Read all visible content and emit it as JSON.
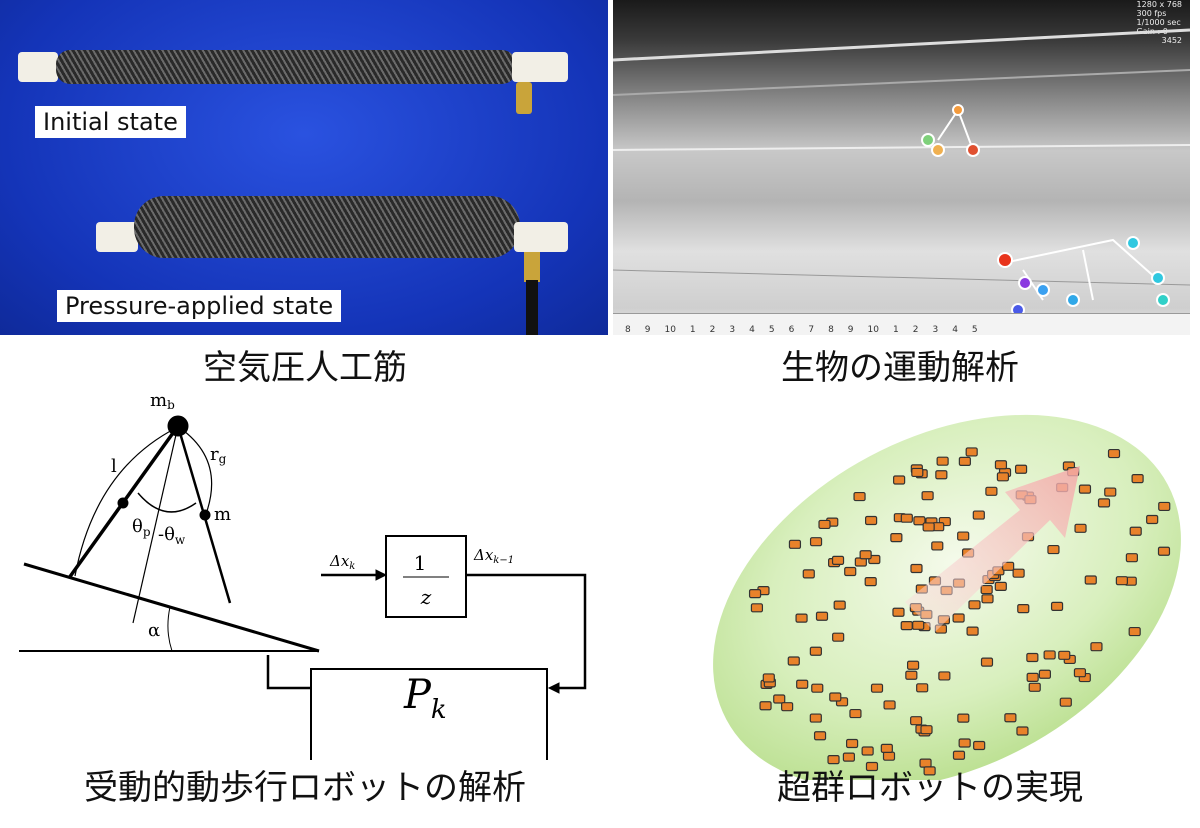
{
  "panels": {
    "muscle": {
      "caption": "空気圧人工筋",
      "label_initial": "Initial state",
      "label_pressure": "Pressure-applied state"
    },
    "bio": {
      "caption": "生物の運動解析",
      "overlay": [
        "1280 x 768",
        "300 fps",
        "1/1000 sec",
        "Gain : 0",
        "3452"
      ],
      "ruler": [
        "8",
        "9",
        "10",
        "1",
        "2",
        "3",
        "4",
        "5",
        "6",
        "7",
        "8",
        "9",
        "10",
        "1",
        "2",
        "3",
        "4",
        "5"
      ]
    },
    "walker": {
      "caption": "受動的動歩行ロボットの解析",
      "labels": {
        "mb": "m",
        "mb_sub": "b",
        "l": "l",
        "rg": "r",
        "rg_sub": "g",
        "m": "m",
        "theta_p": "θ",
        "theta_p_sub": "p",
        "theta_w": "-θ",
        "theta_w_sub": "w",
        "alpha": "α"
      },
      "block": {
        "num": "1",
        "den": "z",
        "input": "Δx",
        "input_sub": "k",
        "output": "Δx",
        "output_sub": "k−1",
        "plant": "P",
        "plant_sub": "k"
      }
    },
    "swarm": {
      "caption": "超群ロボットの実現"
    }
  },
  "colors": {
    "photo_blue": "#1a3fd0",
    "ellipse_green": "#c8e6a0",
    "arrow_pink": "#f6b8b8",
    "robot_orange": "#e8822a"
  }
}
